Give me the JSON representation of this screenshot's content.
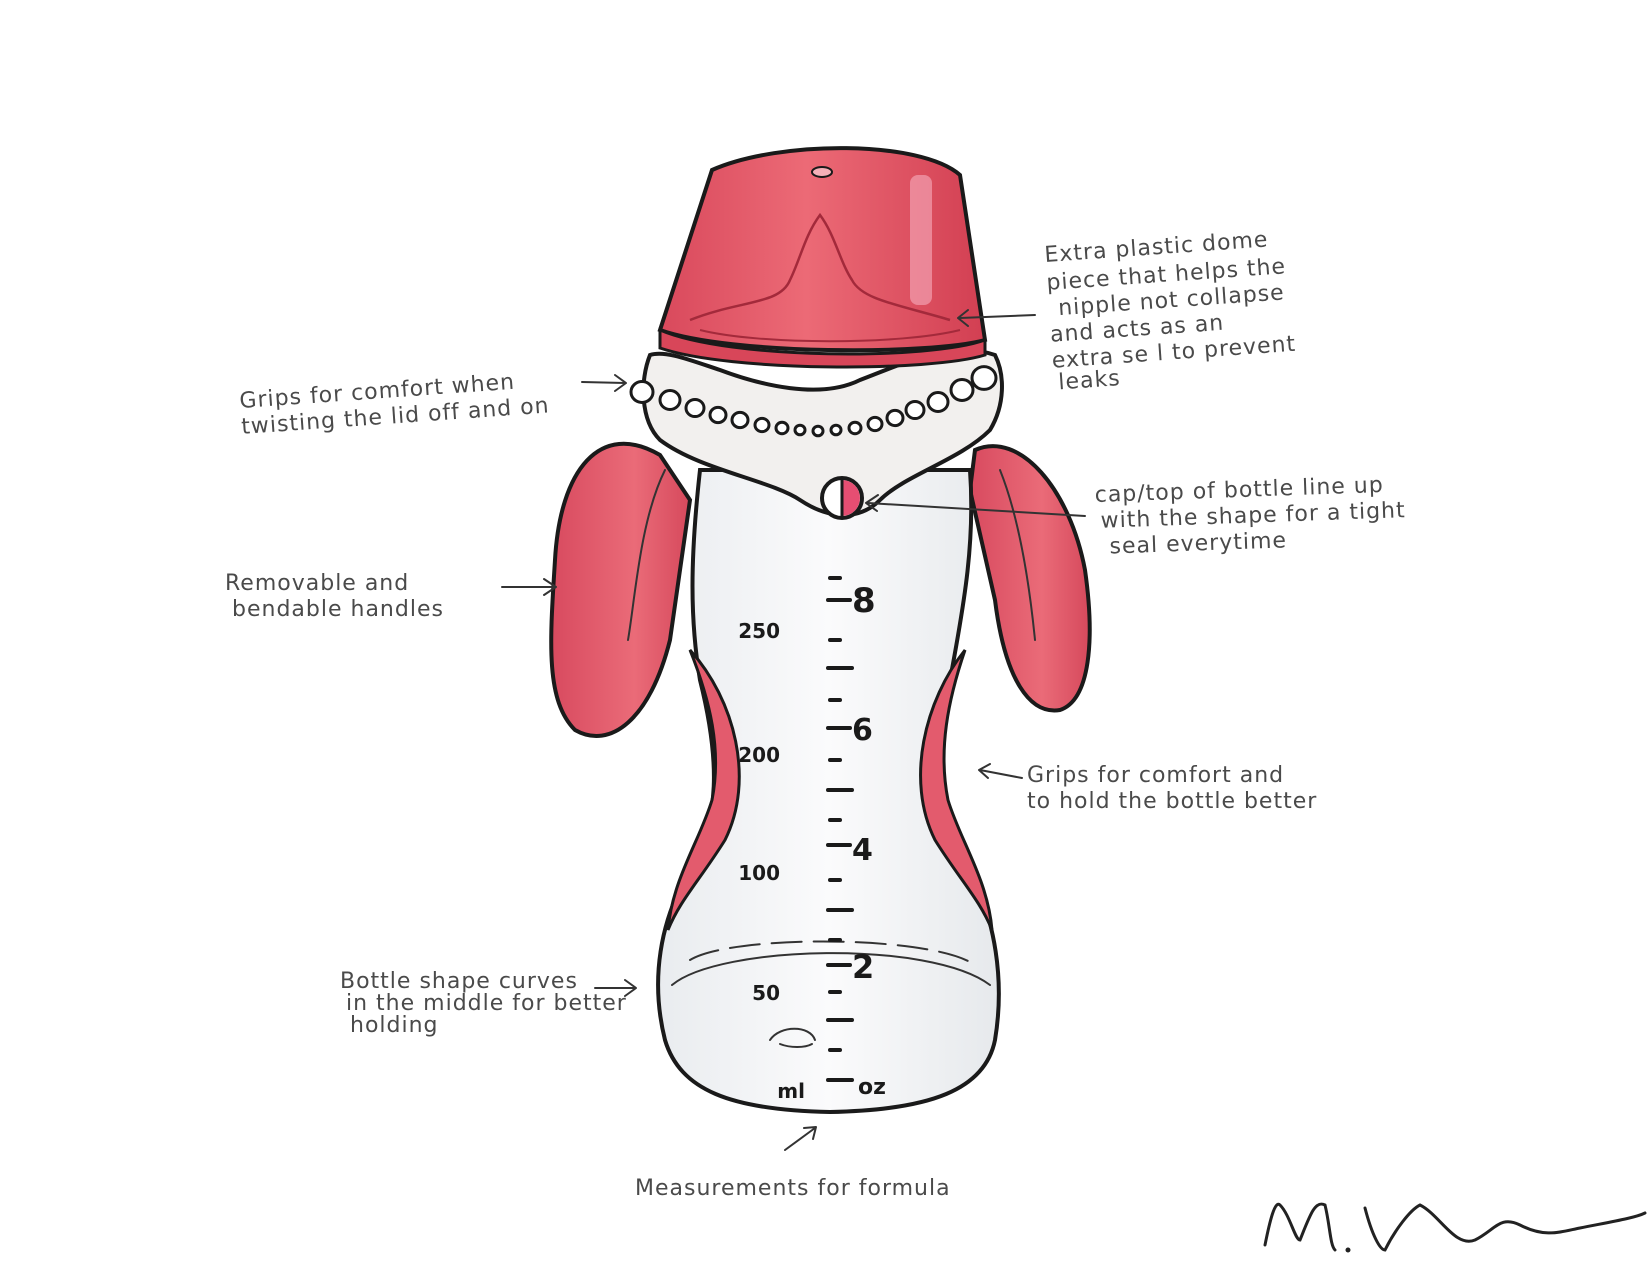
{
  "annotations": {
    "dome": [
      "Extra plastic dome",
      "piece that helps the",
      "nipple not collapse",
      "and acts as an",
      "extra se l to prevent",
      "leaks"
    ],
    "grips_lid": [
      "Grips for comfort when",
      "twisting the lid off and on"
    ],
    "cap_lineup": [
      "cap/top of bottle line up",
      "with the shape for a tight",
      "seal everytime"
    ],
    "handles": [
      "Removable and",
      "bendable handles"
    ],
    "grips_body": [
      "Grips for comfort and",
      "to hold the bottle better"
    ],
    "shape_curve": [
      "Bottle shape curves",
      "in the middle for better",
      "holding"
    ],
    "measurements": "Measurements for formula"
  },
  "scale": {
    "oz_labels": [
      "8",
      "6",
      "4",
      "2",
      "oz"
    ],
    "ml_labels": [
      "250",
      "200",
      "100",
      "50",
      "ml"
    ]
  },
  "signature": "M. Venezianno",
  "colors": {
    "bottle_red": "#e0566a",
    "dome_red": "#e24e5e",
    "collar_white": "#f2f0ee",
    "ink": "#1a1a1a"
  }
}
